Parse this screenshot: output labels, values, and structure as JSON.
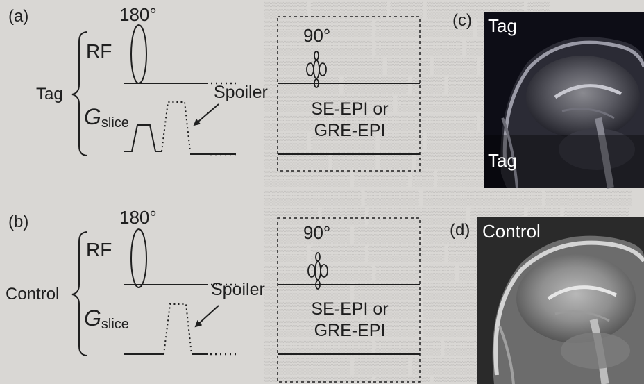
{
  "panels": {
    "a": {
      "letter": "(a)",
      "angle_180": "180°",
      "angle_90": "90°",
      "rf": "RF",
      "group": "Tag",
      "g": "G",
      "g_sub": "slice",
      "spoiler": "Spoiler",
      "epi_line1": "SE-EPI or",
      "epi_line2": "GRE-EPI"
    },
    "b": {
      "letter": "(b)",
      "angle_180": "180°",
      "angle_90": "90°",
      "rf": "RF",
      "group": "Control",
      "g": "G",
      "g_sub": "slice",
      "spoiler": "Spoiler",
      "epi_line1": "SE-EPI or",
      "epi_line2": "GRE-EPI"
    },
    "c": {
      "letter": "(c)",
      "label_top": "Tag",
      "label_bottom": "Tag"
    },
    "d": {
      "letter": "(d)",
      "label_top": "Control"
    }
  }
}
